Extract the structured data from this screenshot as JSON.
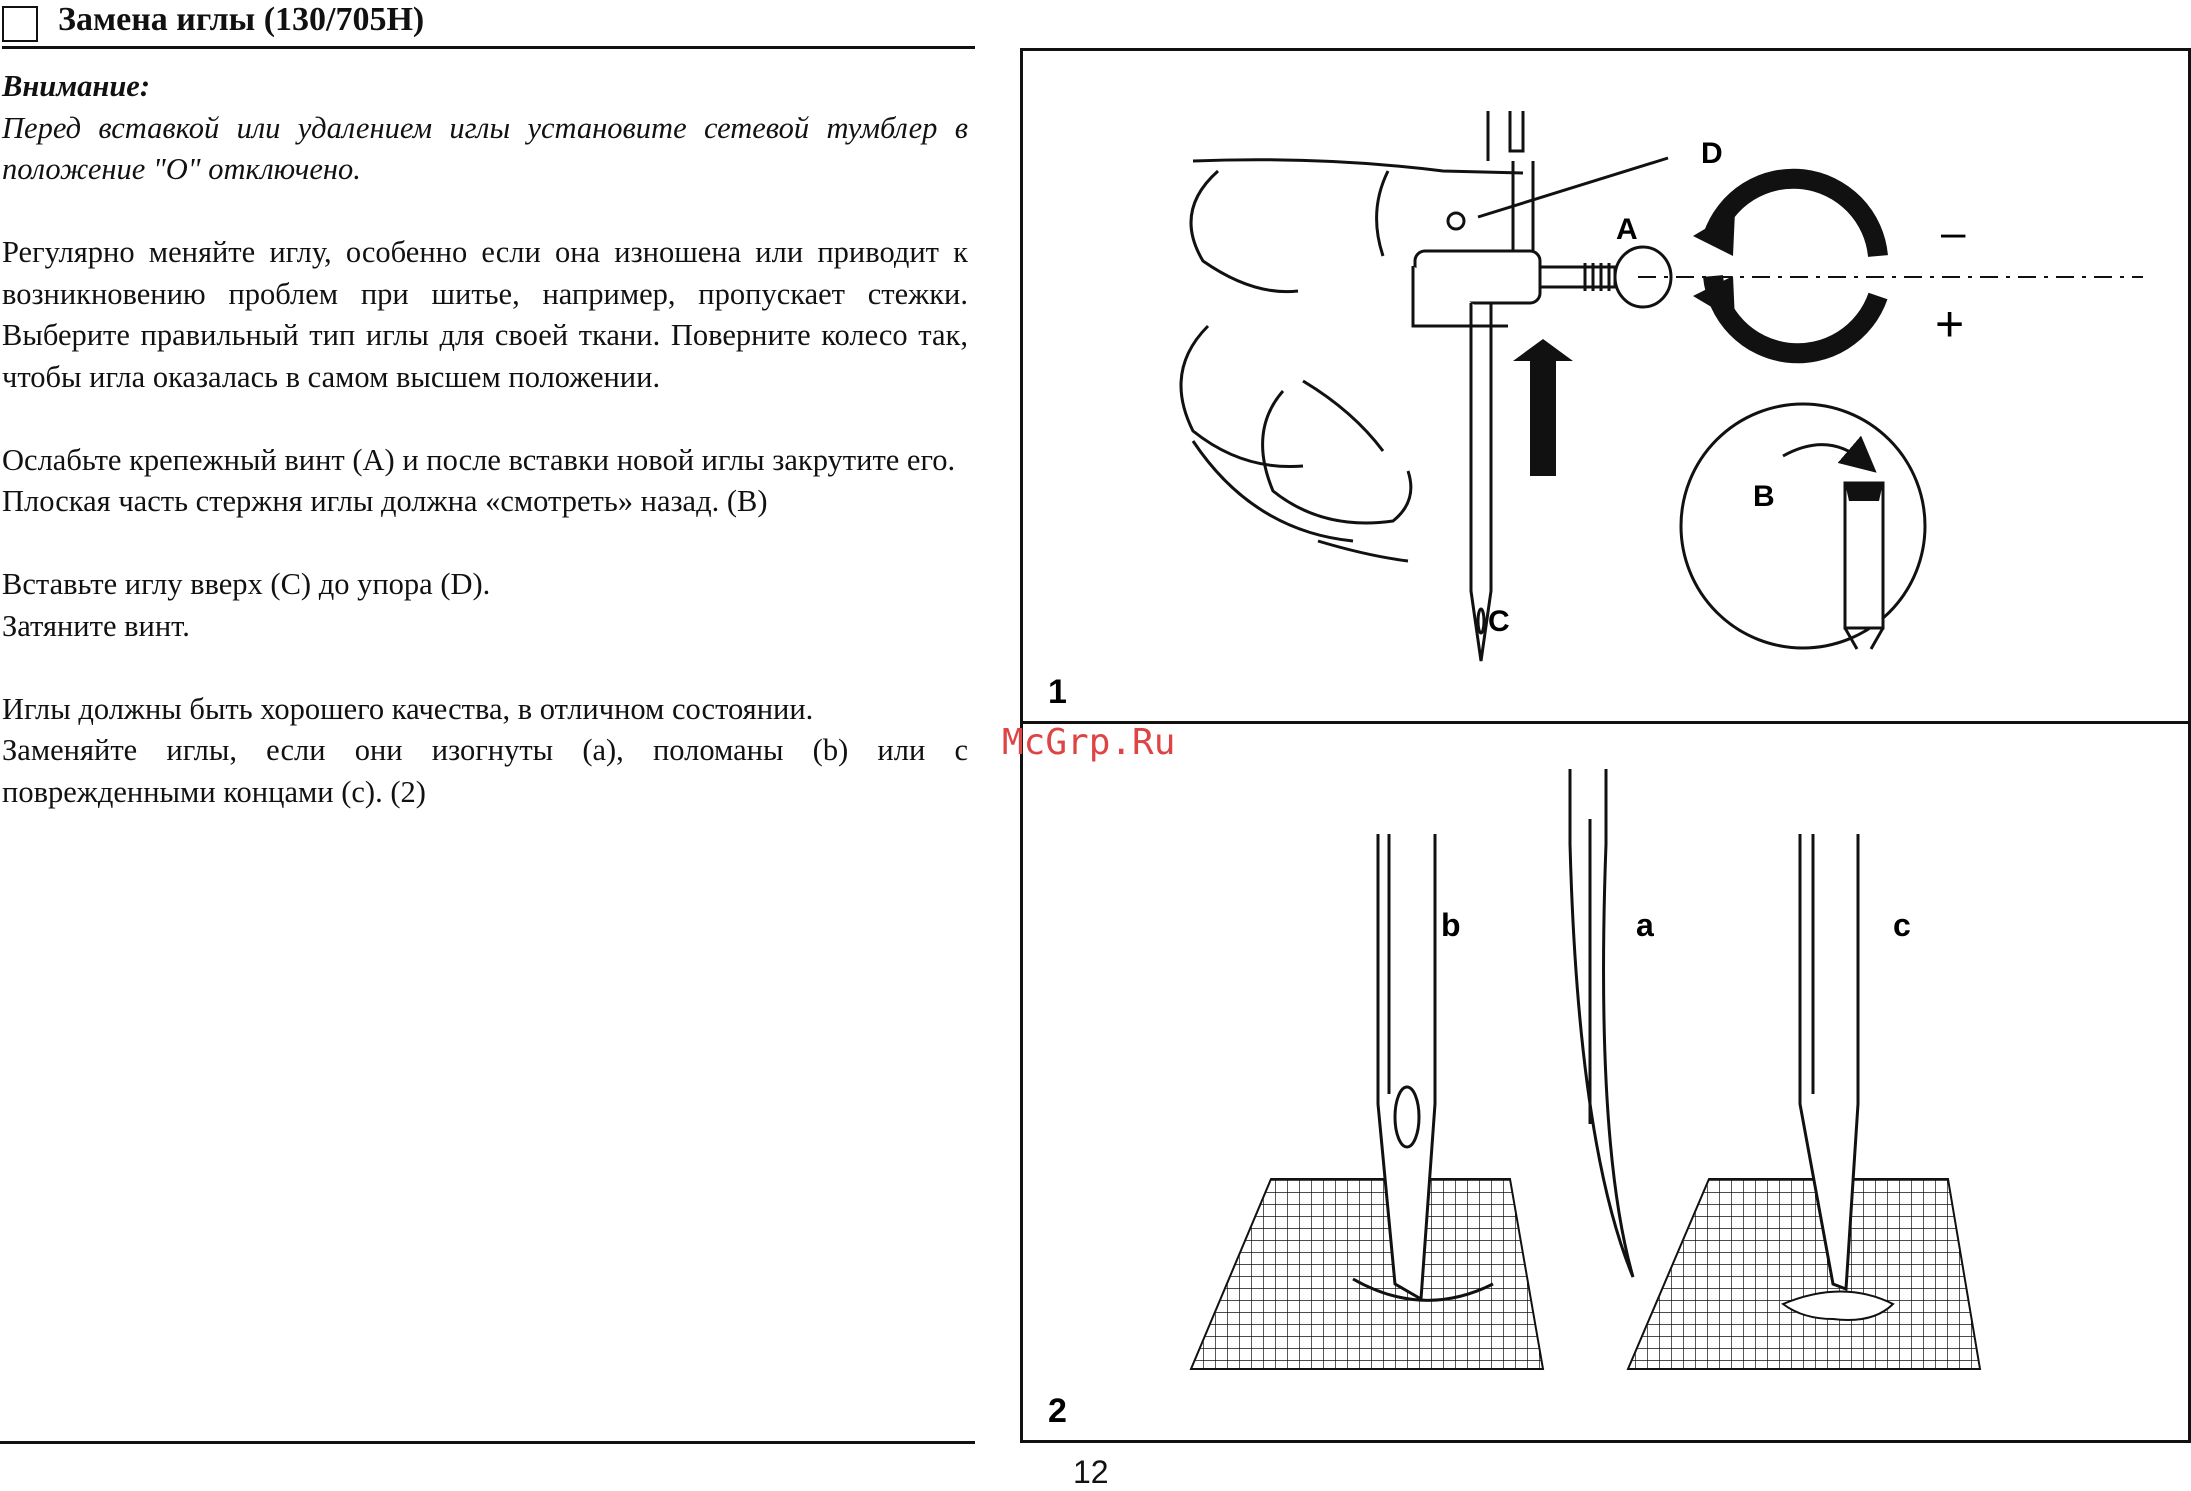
{
  "header": {
    "title": "Замена иглы (130/705H)"
  },
  "warning": {
    "title": "Внимание:",
    "text": "Перед вставкой или удалением иглы установите сетевой тумблер в положение \"O\" отключено."
  },
  "paragraphs": {
    "p1": "Регулярно меняйте иглу, особенно если она изношена или приводит к возникновению проблем при шитье, например, пропускает стежки. Выберите правильный тип иглы для своей ткани. Поверните колесо так, чтобы игла оказалась в самом высшем положении.",
    "p2a": "Ослабьте крепежный винт (A) и после вставки новой иглы закрутите его.",
    "p2b": "Плоская часть стержня иглы должна «смотреть» назад. (B)",
    "p3a": "Вставьте иглу вверх (C) до упора (D).",
    "p3b": "Затяните винт.",
    "p4a": "Иглы должны быть хорошего качества, в отличном состоянии.",
    "p4b": "Заменяйте иглы, если они изогнуты (a), поломаны (b) или с поврежденными концами (c). (2)"
  },
  "figure1": {
    "number": "1",
    "label_a": "A",
    "label_b": "B",
    "label_c": "C",
    "label_d": "D",
    "minus": "–",
    "plus": "+"
  },
  "figure2": {
    "number": "2",
    "label_b": "b",
    "label_a": "a",
    "label_c": "c"
  },
  "watermark": "McGrp.Ru",
  "page_number": "12"
}
